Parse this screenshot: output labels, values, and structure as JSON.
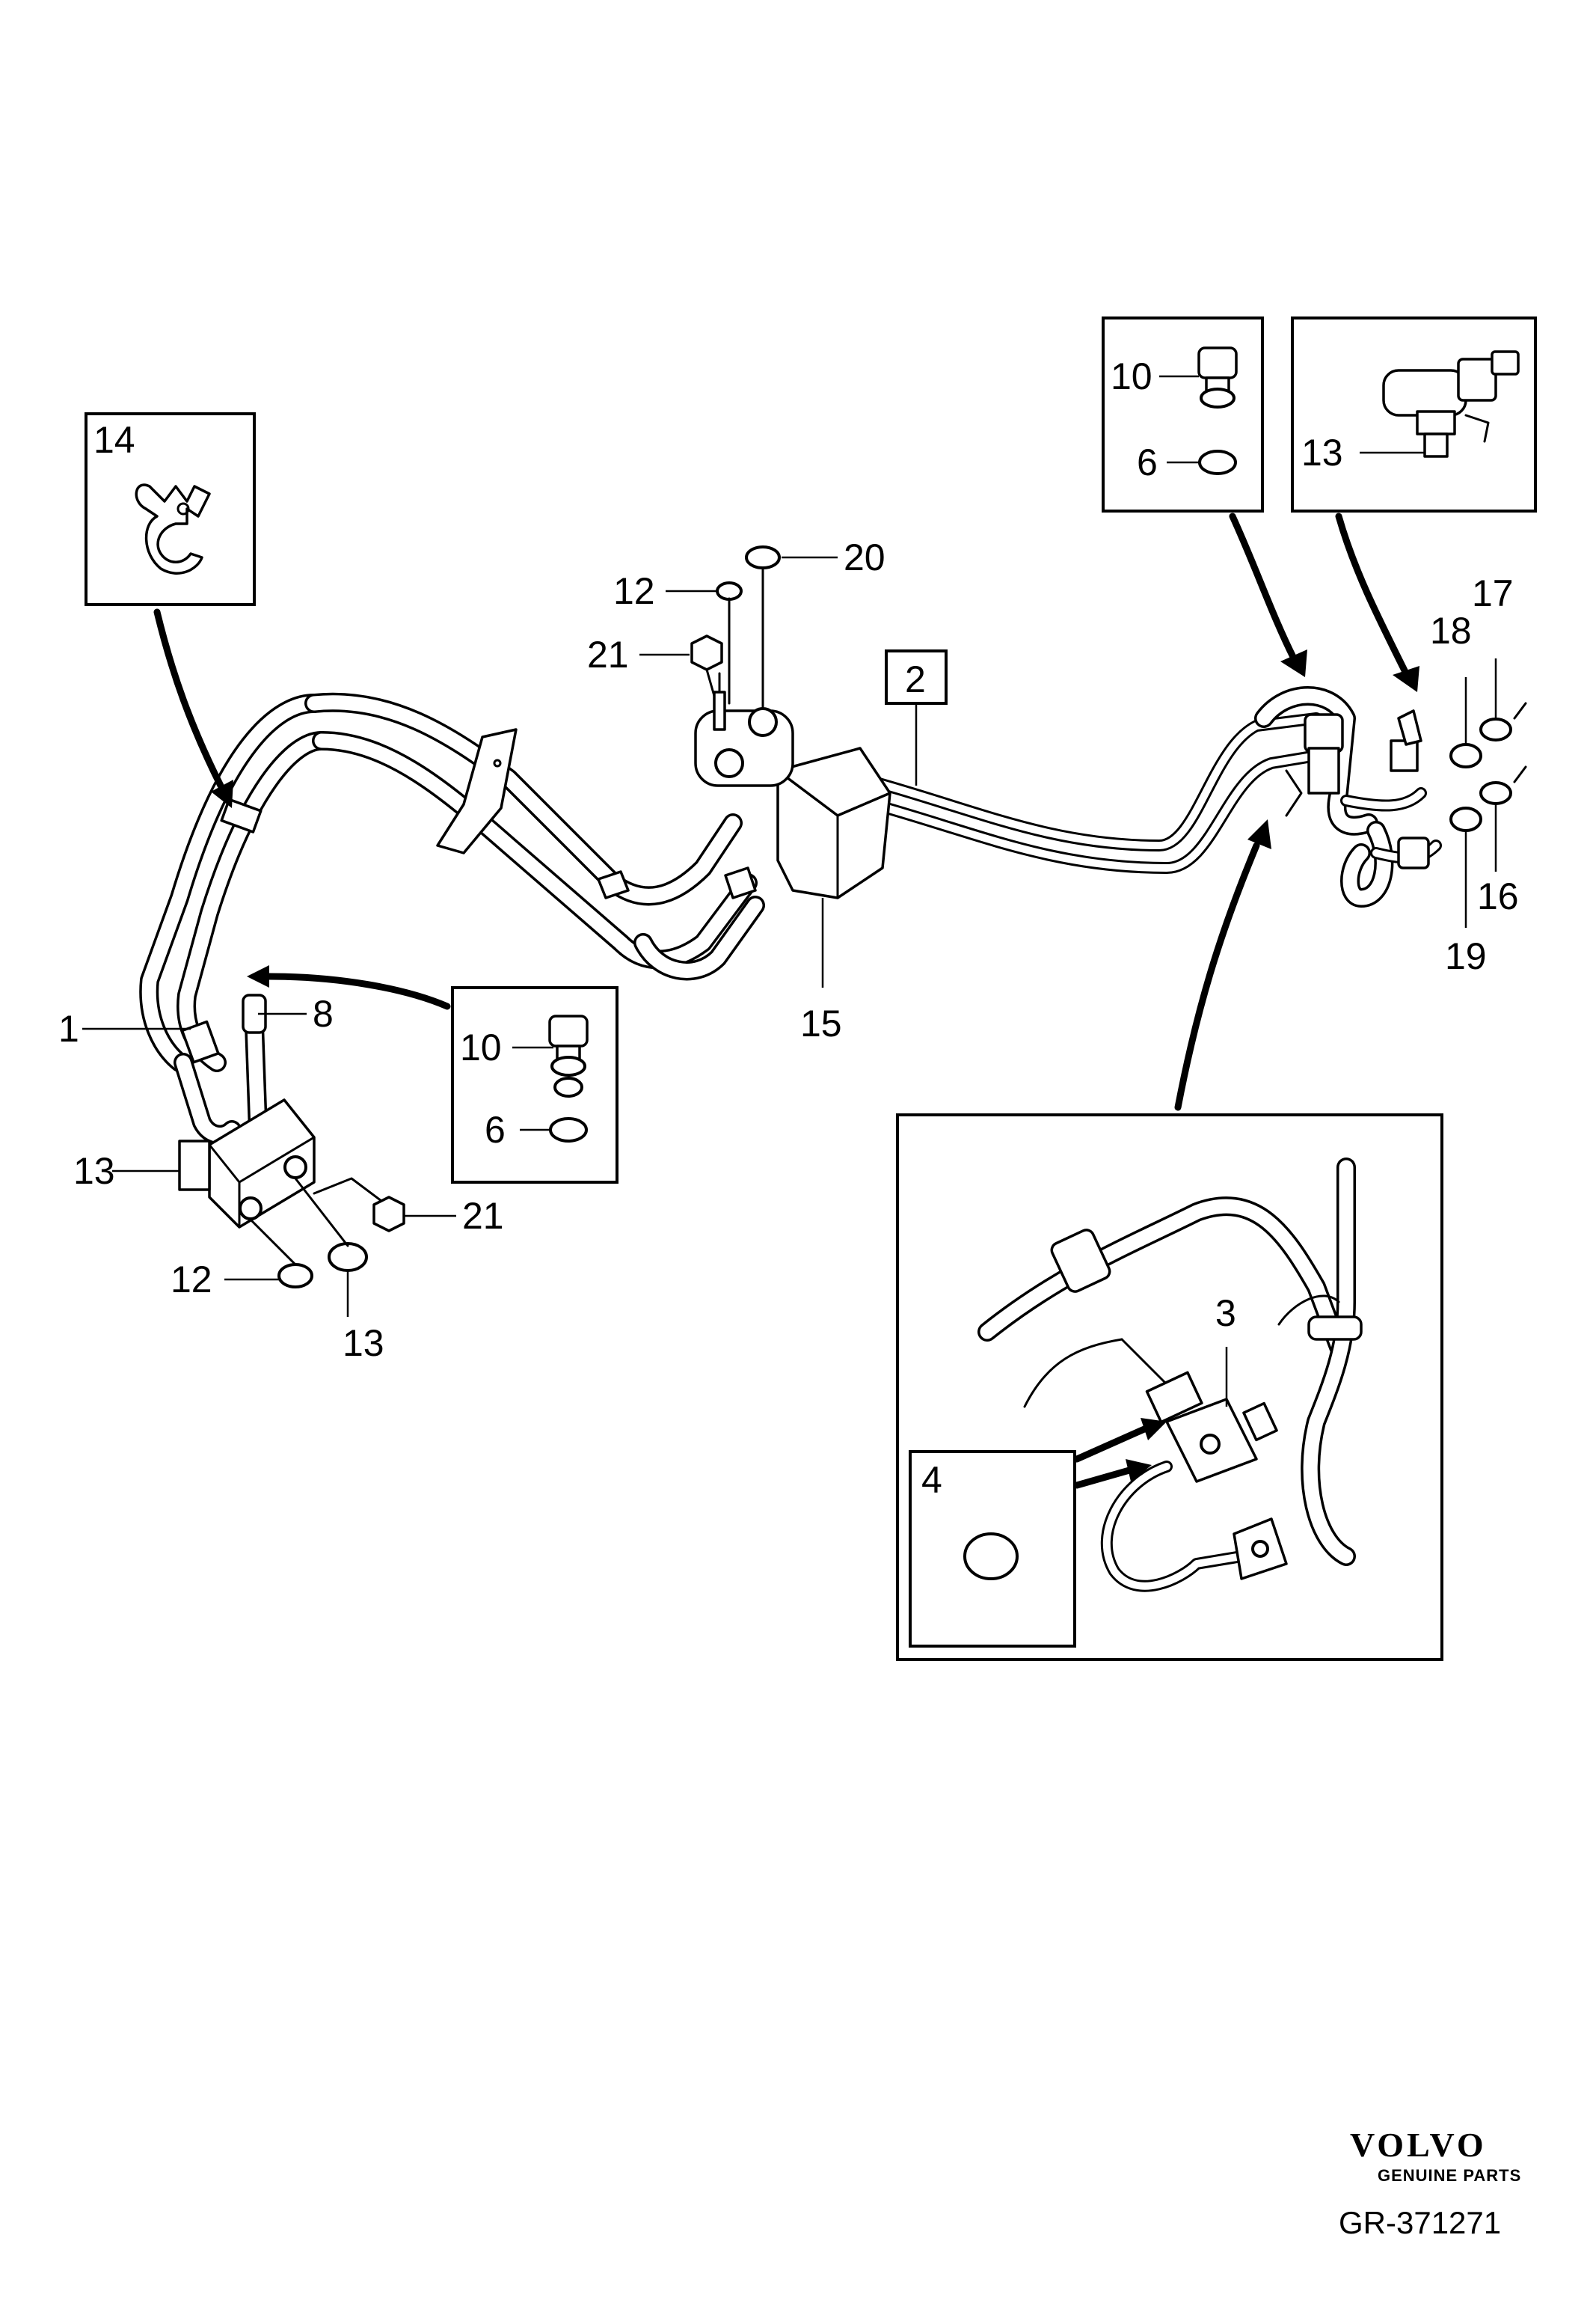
{
  "callouts": {
    "c1": "1",
    "c2": "2",
    "c3": "3",
    "c4": "4",
    "c6a": "6",
    "c6b": "6",
    "c8": "8",
    "c10a": "10",
    "c10b": "10",
    "c12a": "12",
    "c12b": "12",
    "c13a": "13",
    "c13b": "13",
    "c13c": "13",
    "c14": "14",
    "c15": "15",
    "c16": "16",
    "c17": "17",
    "c18": "18",
    "c19": "19",
    "c20": "20",
    "c21a": "21",
    "c21b": "21"
  },
  "branding": {
    "logo_text": "VOLVO",
    "logo_subtext": "GENUINE PARTS",
    "reference": "GR-371271"
  },
  "colors": {
    "line": "#000000",
    "background": "#ffffff"
  }
}
